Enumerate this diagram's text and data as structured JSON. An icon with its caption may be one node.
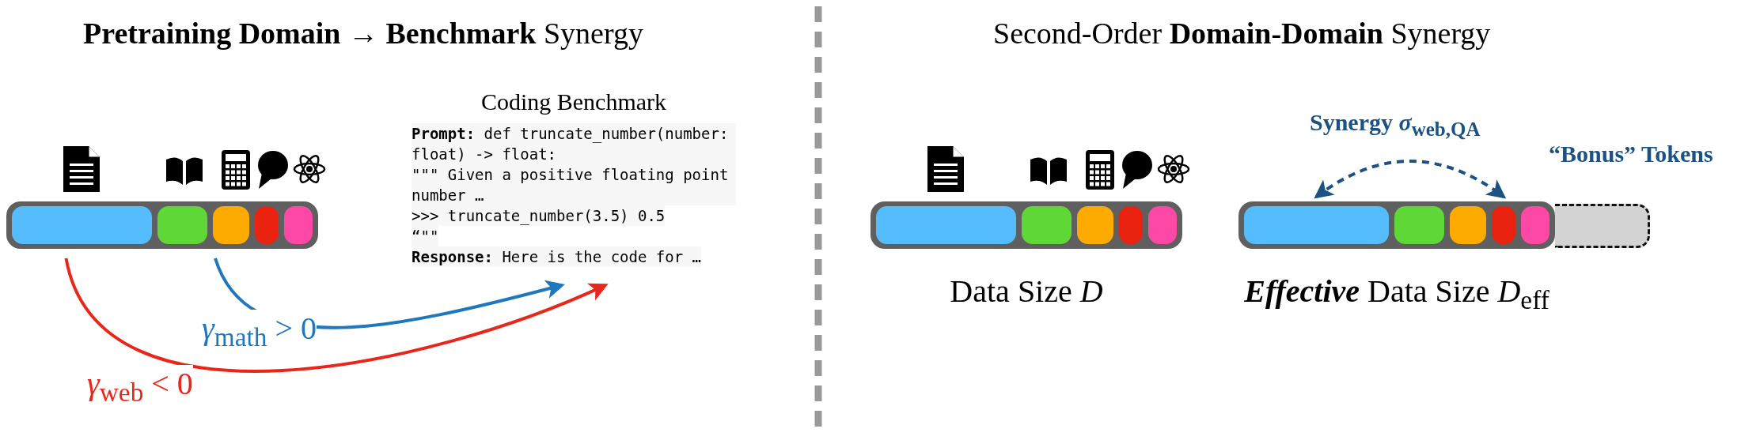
{
  "diagram": {
    "nodes": [
      {
        "text": [],
        "shape": "bar"
      },
      {
        "text": [],
        "shape": "bar",
        "in": 0
      },
      {
        "text": [],
        "shape": "bar",
        "in": 0
      },
      {
        "text": [],
        "shape": "bar",
        "in": 0
      },
      {
        "text": [],
        "shape": "bar",
        "in": 0
      },
      {
        "text": [],
        "shape": "bar",
        "in": 0
      },
      {
        "text": [
          "Coding Benchmark",
          "**Prompt:** def truncate_number(number: float) -> float:",
          "\"\"\" Given a positive floating point number …",
          ">>> truncate_number(3.5) 0.5",
          "“\"\"",
          "**Response:** Here is the code for …"
        ]
      },
      {
        "text": [],
        "shape": "bar",
        "beside": [
          "Data Size *D*"
        ]
      },
      {
        "text": [],
        "shape": "bar",
        "in": 7
      },
      {
        "text": [],
        "shape": "bar",
        "in": 7
      },
      {
        "text": [],
        "shape": "bar",
        "in": 7
      },
      {
        "text": [],
        "shape": "bar",
        "in": 7
      },
      {
        "text": [],
        "shape": "bar",
        "in": 7
      },
      {
        "text": [],
        "shape": "bar",
        "beside": [
          "**Effective** Data Size *D*$_{eff}$"
        ]
      },
      {
        "text": [],
        "shape": "bar",
        "in": 13
      },
      {
        "text": [],
        "shape": "bar",
        "in": 13
      },
      {
        "text": [],
        "shape": "bar",
        "in": 13
      },
      {
        "text": [],
        "shape": "bar",
        "in": 13
      },
      {
        "text": [],
        "shape": "bar",
        "in": 13
      },
      {
        "text": [],
        "shape": "bar",
        "beside": [
          "“Bonus” Tokens"
        ]
      }
    ],
    "edges": [
      {
        "from": 3,
        "to": 6,
        "arrow": "to",
        "label": "*γ*$_{math}$ > 0",
        "color": "#1f77bd"
      },
      {
        "from": 1,
        "to": 6,
        "arrow": "to",
        "label": "*γ*$_{web}$ < 0",
        "color": "#e8261a"
      },
      {
        "from": 14,
        "to": 17,
        "arrow": "both",
        "style": "dashed",
        "label": "Synergy *σ*$_{web,QA}$",
        "color": "#1b5283"
      }
    ],
    "labels": [
      "**Pretraining Domain → Benchmark** Synergy",
      "Second-Order **Domain-Domain** Synergy"
    ]
  }
}
